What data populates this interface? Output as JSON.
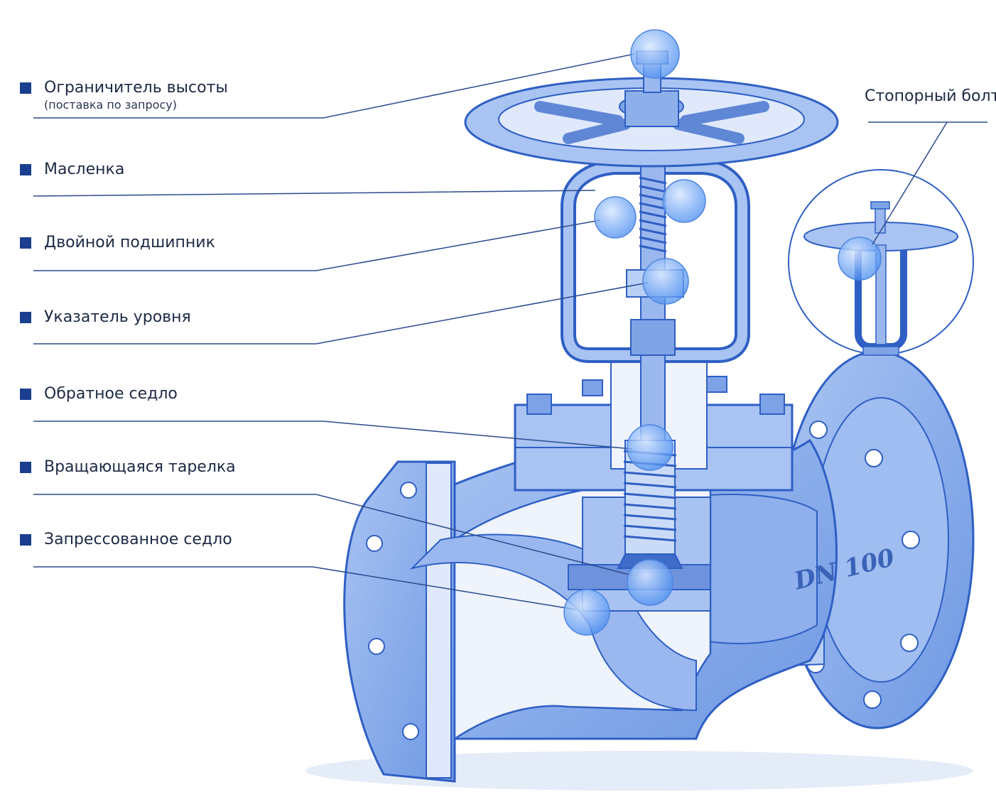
{
  "labels": [
    {
      "text": "Ограничитель высоты",
      "sub": "(поставка по запросу)"
    },
    {
      "text": "Масленка"
    },
    {
      "text": "Двойной подшипник"
    },
    {
      "text": "Указатель уровня"
    },
    {
      "text": "Обратное седло"
    },
    {
      "text": "Вращающаяся тарелка"
    },
    {
      "text": "Запрессованное седло"
    }
  ],
  "inset_label": "Стопорный болт",
  "body_marking": "DN 100",
  "colors": {
    "ink": "#2f5fc4",
    "fill": "#8fb3ec",
    "light": "#c4d7f6",
    "marker": "#1a3f8f",
    "bubble": "#5f9df2"
  }
}
